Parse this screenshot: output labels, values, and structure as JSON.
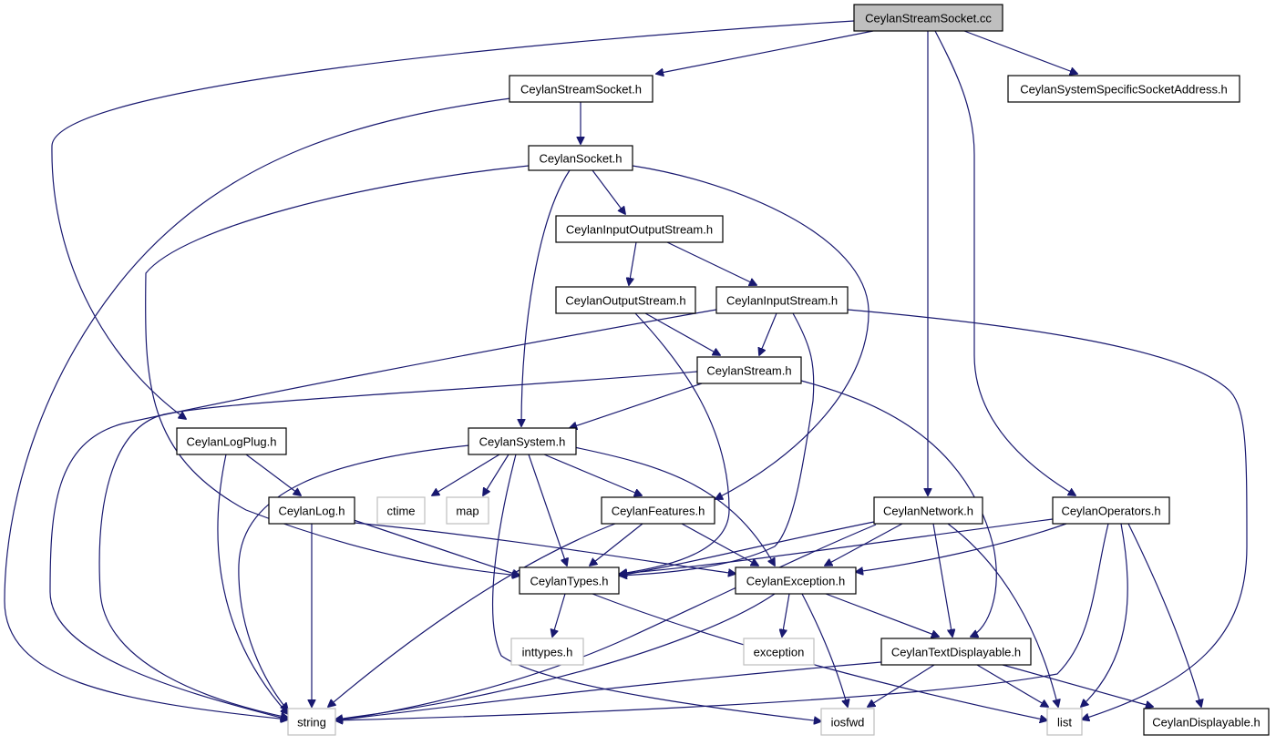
{
  "colors": {
    "edge": "#191970",
    "node_border": "#000000",
    "external_node_border": "#bfbfbf",
    "root_fill": "#bfbfbf"
  },
  "nodes": {
    "cc": "CeylanStreamSocket.cc",
    "streamSocketH": "CeylanStreamSocket.h",
    "sysSockAddr": "CeylanSystemSpecificSocketAddress.h",
    "socketH": "CeylanSocket.h",
    "ioStream": "CeylanInputOutputStream.h",
    "outStream": "CeylanOutputStream.h",
    "inStream": "CeylanInputStream.h",
    "stream": "CeylanStream.h",
    "logPlug": "CeylanLogPlug.h",
    "system": "CeylanSystem.h",
    "log": "CeylanLog.h",
    "ctime": "ctime",
    "map": "map",
    "features": "CeylanFeatures.h",
    "network": "CeylanNetwork.h",
    "operators": "CeylanOperators.h",
    "types": "CeylanTypes.h",
    "exception": "CeylanException.h",
    "inttypes": "inttypes.h",
    "exceptionStd": "exception",
    "textDisp": "CeylanTextDisplayable.h",
    "string": "string",
    "iosfwd": "iosfwd",
    "list": "list",
    "displayable": "CeylanDisplayable.h"
  }
}
